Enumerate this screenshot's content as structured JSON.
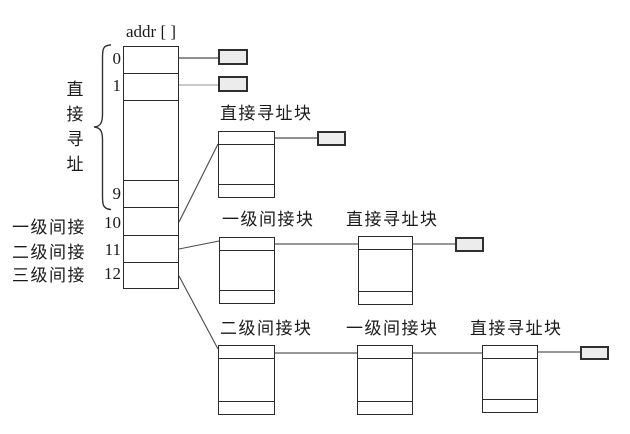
{
  "figure": {
    "array_title": "addr [ ]",
    "index_labels": [
      "0",
      "1",
      "9",
      "10",
      "11",
      "12"
    ],
    "direct_chars": [
      "直",
      "接",
      "寻",
      "址"
    ],
    "side_labels": [
      "一级间接",
      "二级间接",
      "三级间接"
    ],
    "block_labels": [
      "直接寻址块",
      "一级间接块",
      "直接寻址块",
      "二级间接块",
      "一级间接块",
      "直接寻址块"
    ],
    "colors": {
      "background": "#ffffff",
      "line": "#4a4a4a",
      "light_line": "#a8a8a8",
      "border": "#2b2b2b",
      "data_block_fill": "#ececec",
      "text": "#1a1a1a"
    }
  }
}
